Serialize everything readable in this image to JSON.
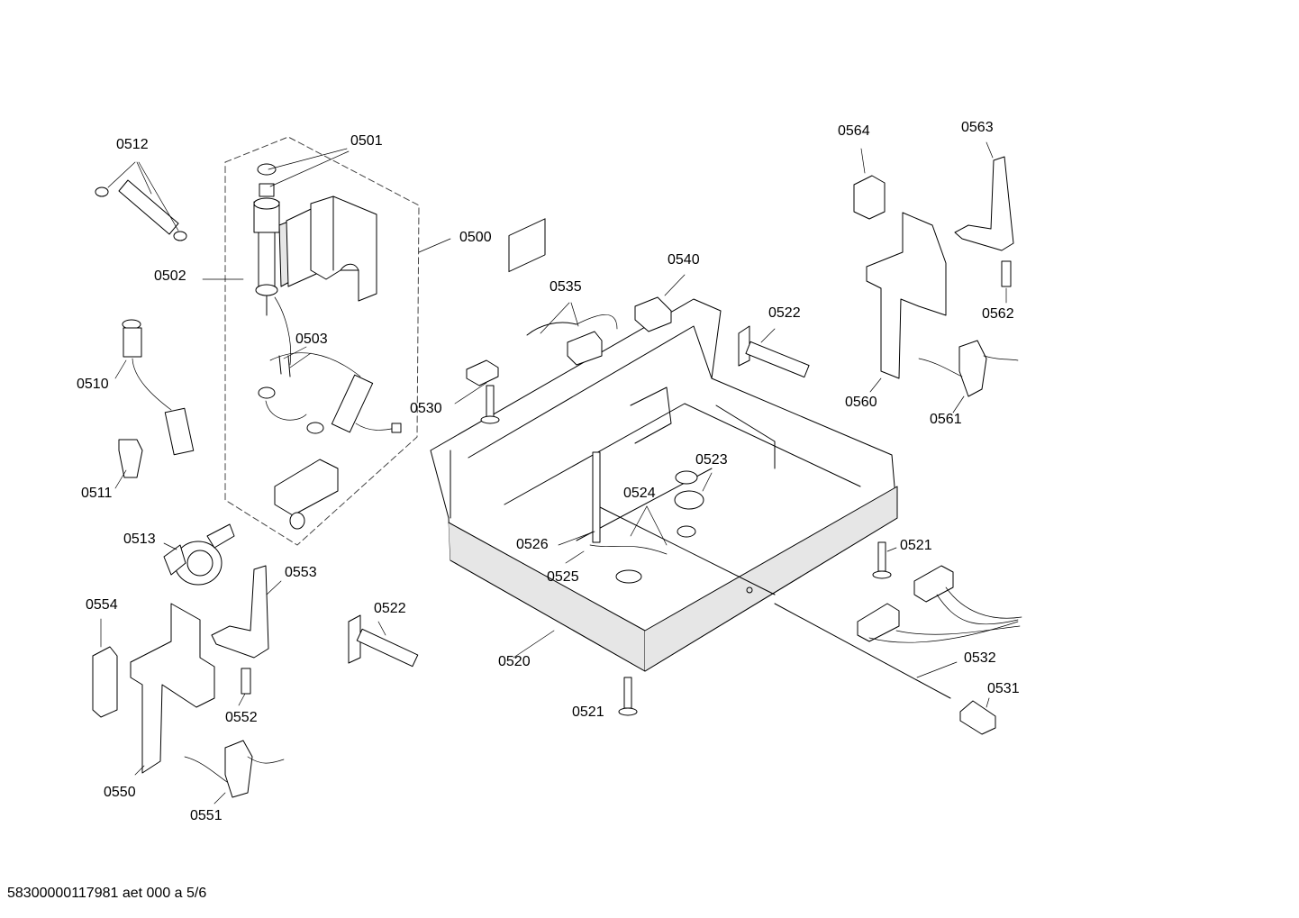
{
  "callouts": {
    "c0500": "0500",
    "c0501": "0501",
    "c0502": "0502",
    "c0503": "0503",
    "c0510": "0510",
    "c0511": "0511",
    "c0512": "0512",
    "c0513": "0513",
    "c0520": "0520",
    "c0521a": "0521",
    "c0521b": "0521",
    "c0522a": "0522",
    "c0522b": "0522",
    "c0523": "0523",
    "c0524": "0524",
    "c0525": "0525",
    "c0526": "0526",
    "c0530": "0530",
    "c0531": "0531",
    "c0532": "0532",
    "c0535": "0535",
    "c0540": "0540",
    "c0550": "0550",
    "c0551": "0551",
    "c0552": "0552",
    "c0553": "0553",
    "c0554": "0554",
    "c0560": "0560",
    "c0561": "0561",
    "c0562": "0562",
    "c0563": "0563",
    "c0564": "0564"
  },
  "footer": "58300000117981 aet 000 a 5/6"
}
